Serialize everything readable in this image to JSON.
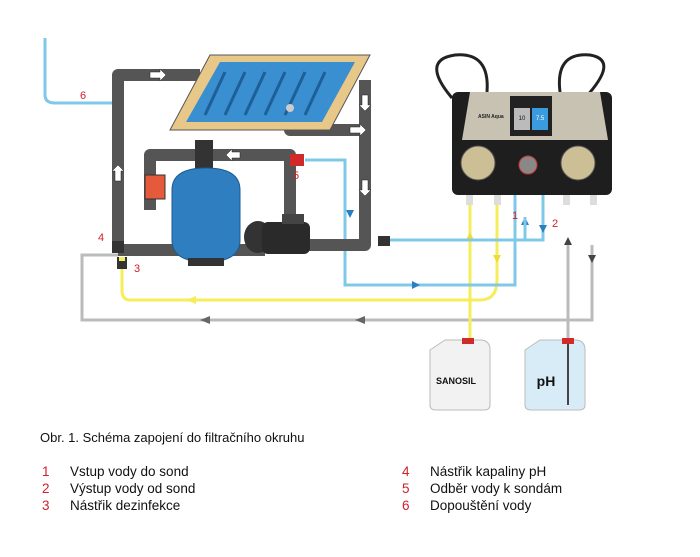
{
  "diagram": {
    "labels": [
      "1",
      "2",
      "3",
      "4",
      "5",
      "6"
    ],
    "device": {
      "brand": "ASIN Aqua",
      "display_left": "10",
      "display_right": "7.5"
    },
    "canisters": {
      "left": "SANOSIL",
      "right": "pH"
    },
    "colors": {
      "pipe": "#555555",
      "water_in": "#7fc8e8",
      "dosing": "#f5ee5a",
      "return": "#bbbbbb",
      "filter": "#2f7fc0",
      "pool_water": "#3a8fd0",
      "label": "#d0202a"
    }
  },
  "caption": "Obr. 1.  Schéma zapojení do filtračního okruhu",
  "legend": [
    {
      "num": "1",
      "text": "Vstup vody do sond"
    },
    {
      "num": "2",
      "text": "Výstup vody od sond"
    },
    {
      "num": "3",
      "text": "Nástřik dezinfekce"
    },
    {
      "num": "4",
      "text": "Nástřik kapaliny pH"
    },
    {
      "num": "5",
      "text": "Odběr vody k sondám"
    },
    {
      "num": "6",
      "text": "Dopouštění vody"
    }
  ]
}
